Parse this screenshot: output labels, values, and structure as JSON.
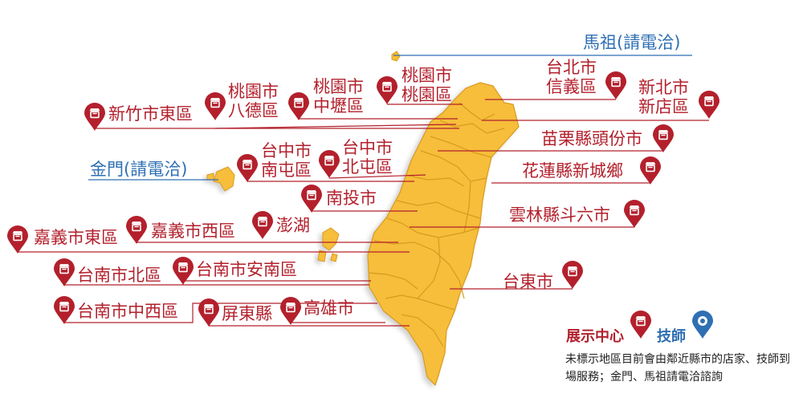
{
  "locations": [
    {
      "id": "matsu",
      "label": "馬祖(請電洽)",
      "type": "technician"
    },
    {
      "id": "kinmen",
      "label": "金門(請電洽)",
      "type": "technician"
    },
    {
      "id": "hsinchu-east",
      "label": "新竹市東區",
      "type": "store"
    },
    {
      "id": "taoyuan-bade",
      "label": "桃園市\n八德區",
      "type": "store"
    },
    {
      "id": "taoyuan-zhongli",
      "label": "桃園市\n中壢區",
      "type": "store"
    },
    {
      "id": "taoyuan-taoyuan",
      "label": "桃園市\n桃園區",
      "type": "store"
    },
    {
      "id": "taipei-xinyi",
      "label": "台北市\n信義區",
      "type": "store"
    },
    {
      "id": "newtaipei-xindian",
      "label": "新北市\n新店區",
      "type": "store"
    },
    {
      "id": "miaoli-toufen",
      "label": "苗栗縣頭份市",
      "type": "store"
    },
    {
      "id": "taichung-nantun",
      "label": "台中市\n南屯區",
      "type": "store"
    },
    {
      "id": "taichung-beitun",
      "label": "台中市\n北屯區",
      "type": "store"
    },
    {
      "id": "hualien-xincheng",
      "label": "花蓮縣新城鄉",
      "type": "store"
    },
    {
      "id": "nantou",
      "label": "南投市",
      "type": "store"
    },
    {
      "id": "yunlin-douliu",
      "label": "雲林縣斗六市",
      "type": "store"
    },
    {
      "id": "chiayi-east",
      "label": "嘉義市東區",
      "type": "store"
    },
    {
      "id": "chiayi-west",
      "label": "嘉義市西區",
      "type": "store"
    },
    {
      "id": "penghu",
      "label": "澎湖",
      "type": "store"
    },
    {
      "id": "tainan-north",
      "label": "台南市北區",
      "type": "store"
    },
    {
      "id": "tainan-annan",
      "label": "台南市安南區",
      "type": "store"
    },
    {
      "id": "taitung",
      "label": "台東市",
      "type": "store"
    },
    {
      "id": "tainan-westcentral",
      "label": "台南市中西區",
      "type": "store"
    },
    {
      "id": "pingtung",
      "label": "屏東縣",
      "type": "store"
    },
    {
      "id": "kaohsiung",
      "label": "高雄市",
      "type": "store"
    }
  ],
  "legend": {
    "store_label": "展示中心",
    "technician_label": "技師",
    "note": "未標示地區目前會由鄰近縣市的店家、技師到場服務；金門、馬祖請電洽諮詢"
  },
  "colors": {
    "store": "#b3202c",
    "technician": "#2f6fb3",
    "land": "#f6be3a",
    "land_edge": "#d99a1c"
  }
}
